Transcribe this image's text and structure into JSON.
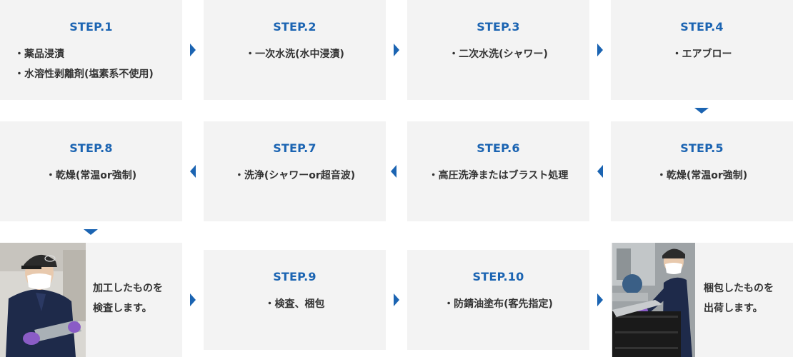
{
  "row1": [
    {
      "title": "STEP.1",
      "lines": [
        "・薬品浸漬",
        "・水溶性剥離剤(塩素系不使用)"
      ]
    },
    {
      "title": "STEP.2",
      "lines": [
        "・一次水洗(水中浸漬)"
      ]
    },
    {
      "title": "STEP.3",
      "lines": [
        "・二次水洗(シャワー)"
      ]
    },
    {
      "title": "STEP.4",
      "lines": [
        "・エアブロー"
      ]
    }
  ],
  "row2": [
    {
      "title": "STEP.8",
      "lines": [
        "・乾燥(常温or強制)"
      ]
    },
    {
      "title": "STEP.7",
      "lines": [
        "・洗浄(シャワーor超音波)"
      ]
    },
    {
      "title": "STEP.6",
      "lines": [
        "・高圧洗浄またはブラスト処理"
      ]
    },
    {
      "title": "STEP.5",
      "lines": [
        "・乾燥(常温or強制)"
      ]
    }
  ],
  "row3": {
    "inspect": {
      "lines": [
        "加工したものを",
        "検査します。"
      ]
    },
    "step9": {
      "title": "STEP.9",
      "lines": [
        "・検査、梱包"
      ]
    },
    "step10": {
      "title": "STEP.10",
      "lines": [
        "・防錆油塗布(客先指定)"
      ]
    },
    "ship": {
      "lines": [
        "梱包したものを",
        "出荷します。"
      ]
    }
  },
  "colors": {
    "accent": "#1b64b2",
    "box_bg": "#f3f3f3",
    "text": "#333333"
  }
}
